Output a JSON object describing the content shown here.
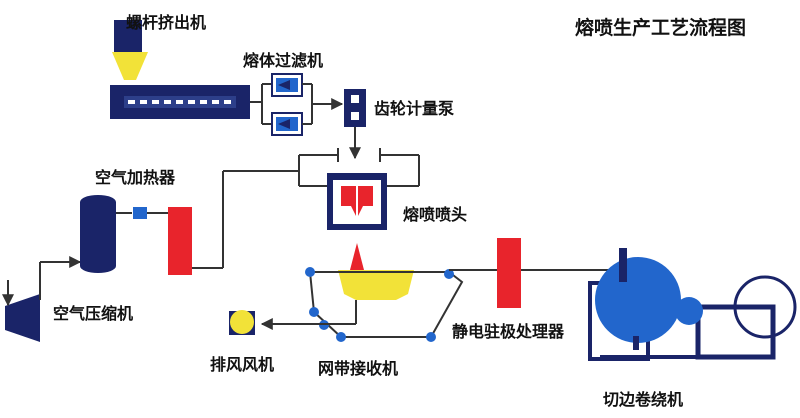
{
  "title": "熔喷生产工艺流程图",
  "labels": {
    "extruder": "螺杆挤出机",
    "filter": "熔体过滤机",
    "gear_pump": "齿轮计量泵",
    "air_heater": "空气加热器",
    "melt_die": "熔喷喷头",
    "air_compressor": "空气压缩机",
    "exhaust_fan": "排风风机",
    "belt_collector": "网带接收机",
    "electret_treater": "静电驻极处理器",
    "winder": "切边卷绕机"
  },
  "colors": {
    "navy": "#1a2468",
    "blue": "#2266cc",
    "yellow": "#f2e238",
    "red": "#e8242c",
    "line": "#333333"
  }
}
